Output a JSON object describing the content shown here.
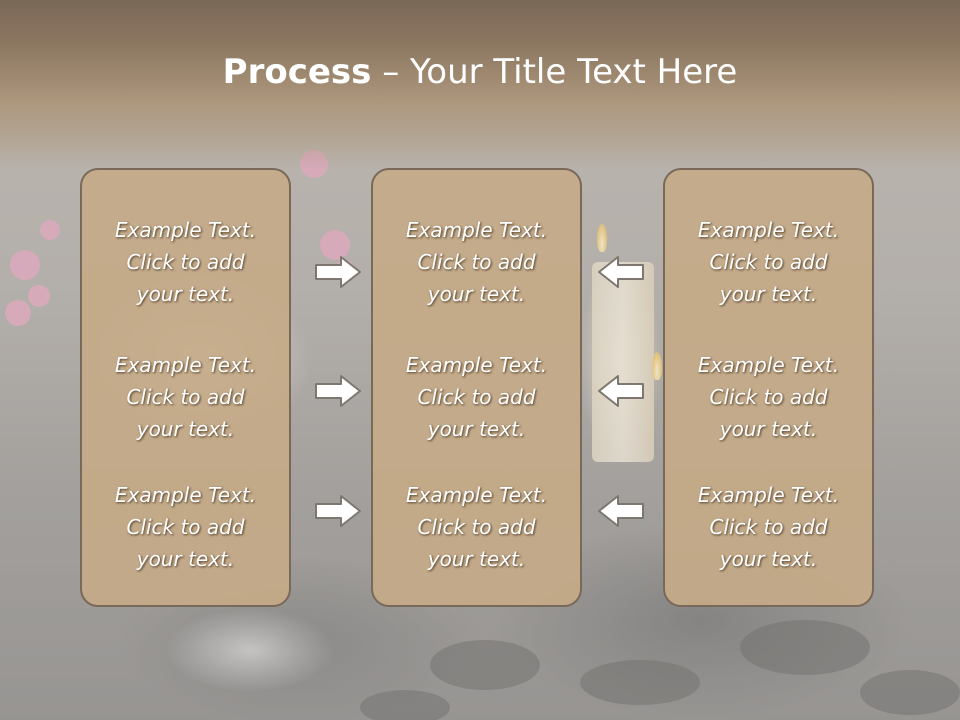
{
  "title": {
    "bold": "Process",
    "separator": " – ",
    "rest": "Your Title Text Here"
  },
  "columns": [
    {
      "items": [
        {
          "line1": "Example Text.",
          "line2": "Click  to add",
          "line3": "your text."
        },
        {
          "line1": "Example Text.",
          "line2": "Click  to add",
          "line3": "your text."
        },
        {
          "line1": "Example Text.",
          "line2": "Click  to add",
          "line3": "your text."
        }
      ]
    },
    {
      "items": [
        {
          "line1": "Example Text.",
          "line2": "Click  to add",
          "line3": "your text."
        },
        {
          "line1": "Example Text.",
          "line2": "Click  to add",
          "line3": "your text."
        },
        {
          "line1": "Example Text.",
          "line2": "Click  to add",
          "line3": "your text."
        }
      ]
    },
    {
      "items": [
        {
          "line1": "Example Text.",
          "line2": "Click  to add",
          "line3": "your text."
        },
        {
          "line1": "Example Text.",
          "line2": "Click  to add",
          "line3": "your text."
        },
        {
          "line1": "Example Text.",
          "line2": "Click  to add",
          "line3": "your text."
        }
      ]
    }
  ],
  "icons": {
    "left_arrows": "arrow-right-icon",
    "right_arrows": "arrow-left-icon"
  },
  "colors": {
    "title_band": "#8b7660",
    "box_fill": "#c4aa88",
    "box_border": "#7a6858",
    "text": "#ffffff"
  }
}
